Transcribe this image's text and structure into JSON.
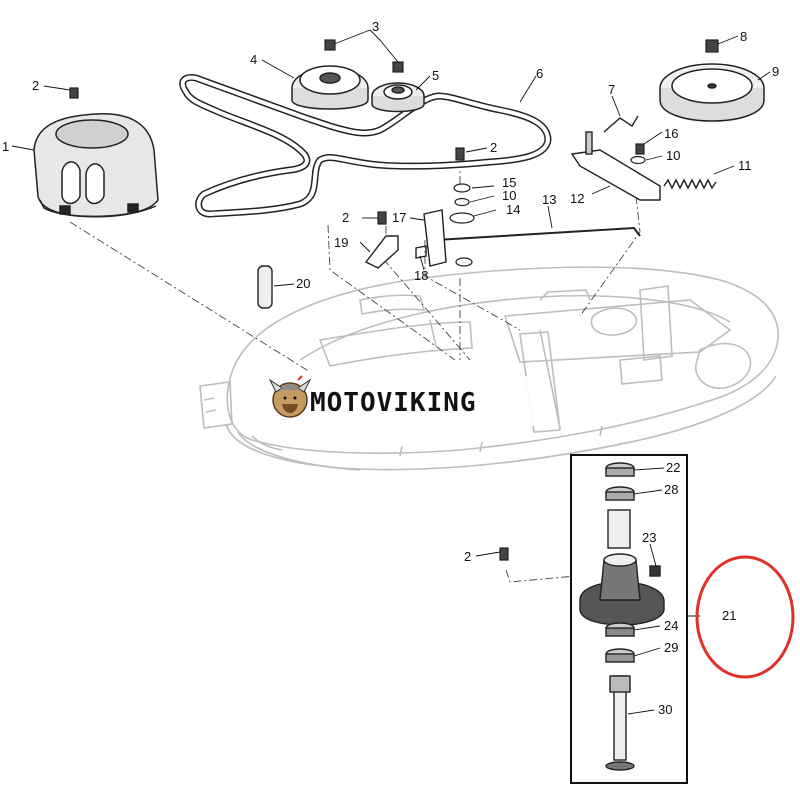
{
  "watermark": {
    "brand": "MOTOVIKING"
  },
  "highlight_color": "#e0302a",
  "callouts": {
    "c1": "1",
    "c2a": "2",
    "c2b": "2",
    "c2c": "2",
    "c2d": "2",
    "c3": "3",
    "c4": "4",
    "c5": "5",
    "c6": "6",
    "c7": "7",
    "c8": "8",
    "c9": "9",
    "c10a": "10",
    "c10b": "10",
    "c11": "11",
    "c12": "12",
    "c13": "13",
    "c14": "14",
    "c15": "15",
    "c16": "16",
    "c17": "17",
    "c18": "18",
    "c19": "19",
    "c20": "20",
    "c21": "21",
    "c22": "22",
    "c23": "23",
    "c24": "24",
    "c28": "28",
    "c29": "29",
    "c30": "30"
  }
}
